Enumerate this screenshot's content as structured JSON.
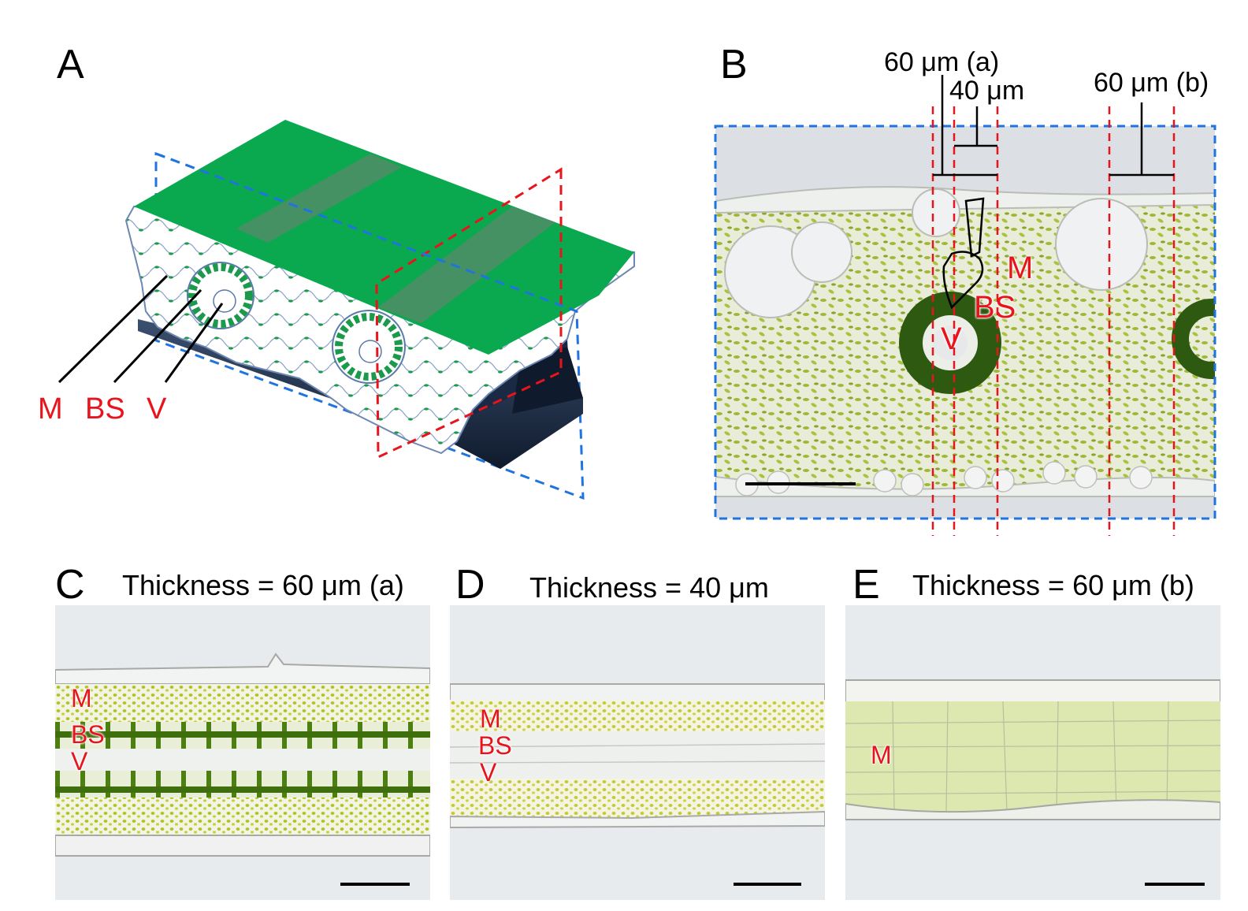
{
  "panels": {
    "A": {
      "letter": "A",
      "labels": {
        "M": "M",
        "BS": "BS",
        "V": "V"
      }
    },
    "B": {
      "letter": "B",
      "scale_labels": {
        "a": "60 μm (a)",
        "mid": "40 μm",
        "b": "60 μm (b)"
      },
      "labels": {
        "M": "M",
        "BS": "BS",
        "V": "V"
      }
    },
    "C": {
      "letter": "C",
      "thickness": "Thickness = 60 μm (a)",
      "labels": {
        "M": "M",
        "BS": "BS",
        "V": "V"
      }
    },
    "D": {
      "letter": "D",
      "thickness": "Thickness = 40 μm",
      "labels": {
        "M": "M",
        "BS": "BS",
        "V": "V"
      }
    },
    "E": {
      "letter": "E",
      "thickness": "Thickness = 60 μm (b)",
      "labels": {
        "M": "M"
      }
    }
  },
  "colors": {
    "leaf_green": "#0aa84f",
    "cell_dark": "#1f7a2e",
    "chlorophyll": "#a8c23a",
    "bundle_sheath": "#3d6b12",
    "cut_red": "#e8141c",
    "cut_blue": "#1f74e0"
  }
}
